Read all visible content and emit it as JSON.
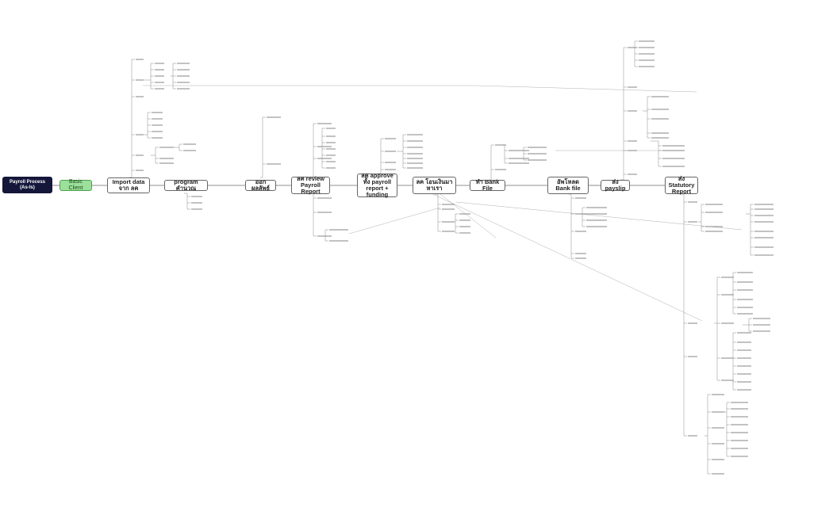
{
  "root": {
    "label": "Payroll Process (As-Is)"
  },
  "client": {
    "label": "Basic Client"
  },
  "steps": [
    {
      "id": "import",
      "label": "Import data จาก ลค"
    },
    {
      "id": "program",
      "label": "program คำนวณ"
    },
    {
      "id": "result",
      "label": "ออกผลลัพธ์"
    },
    {
      "id": "review",
      "label": "ลค review Payroll Report"
    },
    {
      "id": "approve",
      "label": "ลค approve ทั้ง payroll report + funding"
    },
    {
      "id": "transfer",
      "label": "ลค โอนเงินมาหาเรา"
    },
    {
      "id": "bankfile",
      "label": "ทำ Bank File"
    },
    {
      "id": "upload",
      "label": "อัพโหลด Bank file"
    },
    {
      "id": "payslip",
      "label": "ส่ง payslip"
    },
    {
      "id": "statutory",
      "label": "ส่ง Statutory Report"
    }
  ],
  "colors": {
    "root": "#14173a",
    "client": "#9be09b",
    "line": "#6b6b6b"
  }
}
